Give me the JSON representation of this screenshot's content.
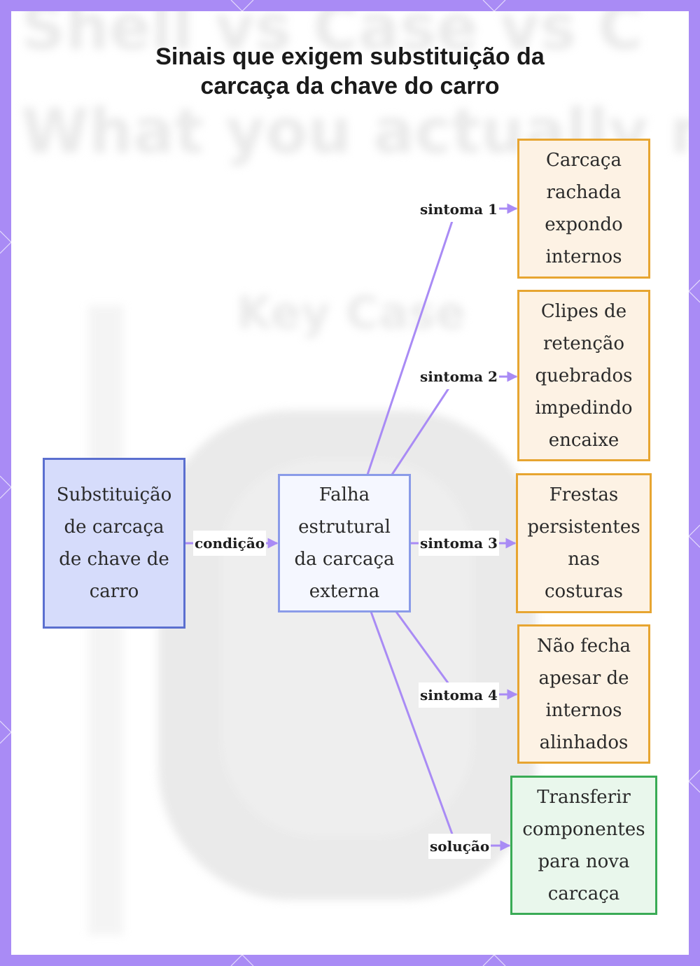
{
  "title": {
    "line1": "Sinais que exigem substituição da",
    "line2": "carcaça da chave do carro"
  },
  "background": {
    "line1": "Shell vs Case vs C",
    "line2": "What you actually need",
    "line3": "Key Case"
  },
  "nodes": {
    "root": "Substituição de carcaça de chave de carro",
    "middle": "Falha estrutural da carcaça externa",
    "symptom1": "Carcaça rachada expondo internos",
    "symptom2": "Clipes de retenção quebrados impedindo encaixe",
    "symptom3": "Frestas persistentes nas costuras",
    "symptom4": "Não fecha apesar de internos alinhados",
    "solution": "Transferir componentes para nova carcaça"
  },
  "edges": {
    "condition": "condição",
    "symptom1": "sintoma 1",
    "symptom2": "sintoma 2",
    "symptom3": "sintoma 3",
    "symptom4": "sintoma 4",
    "solution": "solução"
  },
  "colors": {
    "frame": "#a98bf5",
    "edge": "#a98bf5",
    "root_fill": "#d6dcfb",
    "root_border": "#5b6fcf",
    "symptom_border": "#e7a531",
    "solution_border": "#3aab56"
  }
}
